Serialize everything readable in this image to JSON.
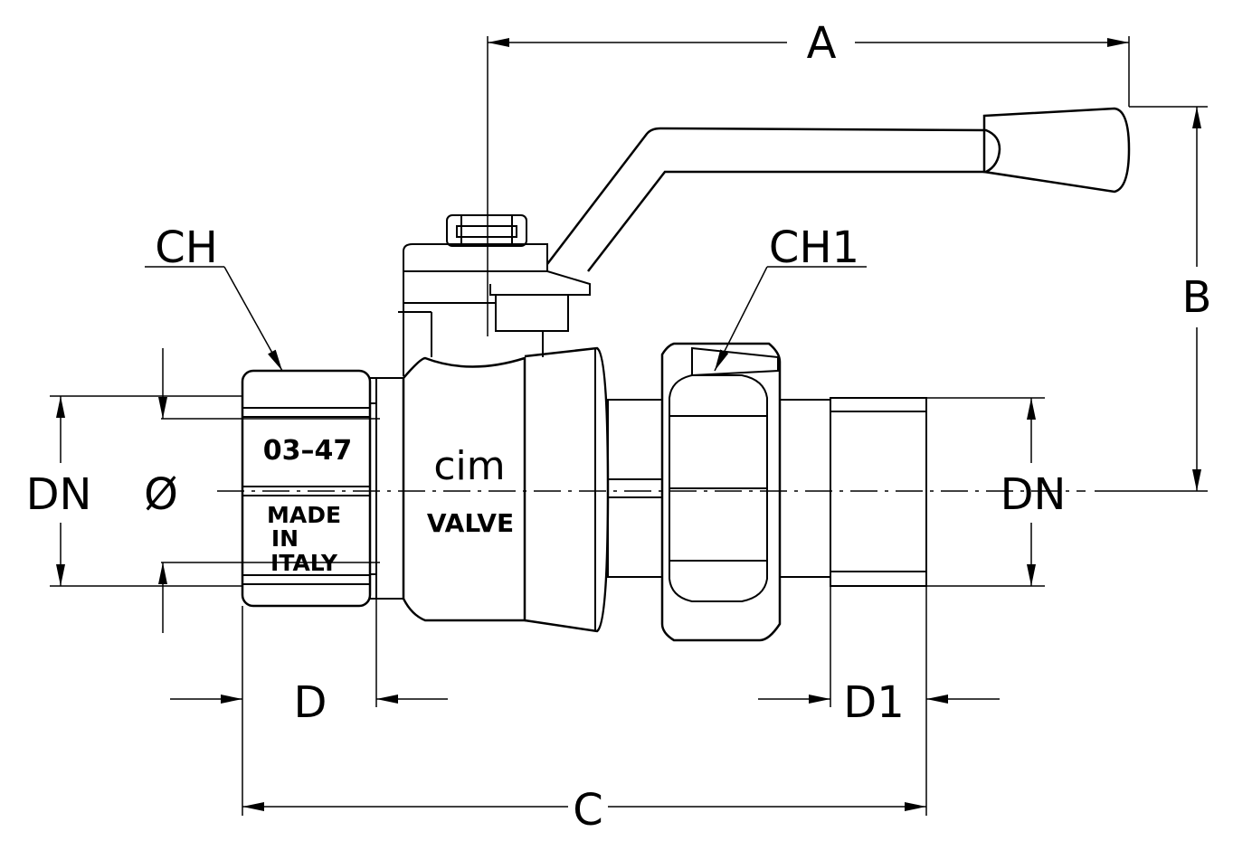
{
  "labels": {
    "a": "A",
    "b": "B",
    "c": "C",
    "ch": "CH",
    "ch1": "CH1",
    "d": "D",
    "d1": "D1",
    "dn_left": "DN",
    "dn_right": "DN",
    "diameter": "Ø"
  },
  "markings": {
    "code": "03–47",
    "made_line1": "MADE",
    "made_line2": "IN",
    "made_line3": "ITALY",
    "brand": "cim",
    "valve": "VALVE"
  },
  "colors": {
    "line": "#000000",
    "background": "#ffffff"
  }
}
